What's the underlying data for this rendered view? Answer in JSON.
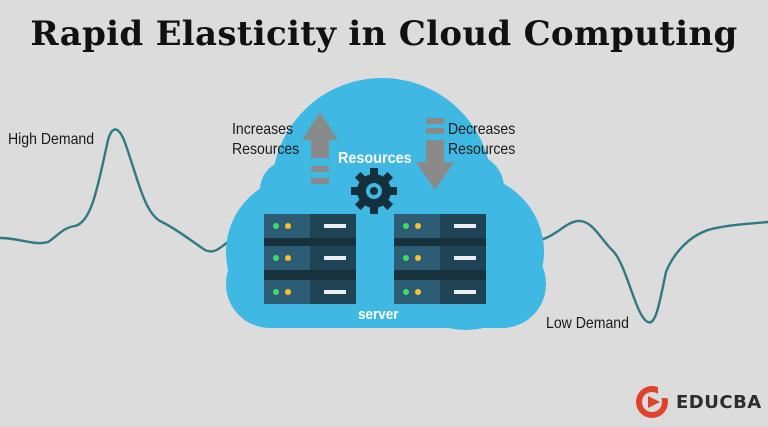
{
  "title": "Rapid Elasticity in Cloud Computing",
  "labels": {
    "high_demand": "High Demand",
    "low_demand": "Low Demand",
    "increases_line1": "Increases",
    "increases_line2": "Resources",
    "decreases_line1": "Decreases",
    "decreases_line2": "Resources",
    "resources": "Resources",
    "server": "server"
  },
  "brand": {
    "name": "EDUCBA"
  },
  "icons": [
    "up-arrow-icon",
    "down-arrow-icon",
    "gear-icon",
    "server-rack-icon",
    "educba-logo-icon"
  ],
  "colors": {
    "background": "#dcdcdc",
    "cloud": "#3fb8e4",
    "server_dark": "#1f4456",
    "server_mid": "#2c5d74",
    "led_green": "#3ddc6b",
    "led_yellow": "#f2c230",
    "arrow": "#8a8a8a",
    "wave": "#2f7a83",
    "brand_red": "#e0432b"
  }
}
